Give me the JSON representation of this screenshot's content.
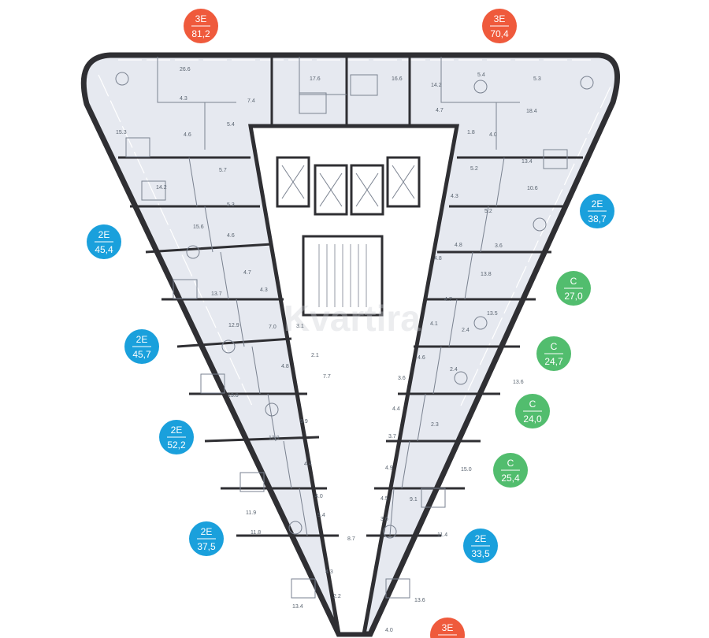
{
  "colors": {
    "unit_3E": "#ef5a3c",
    "unit_2E": "#1aa0dc",
    "unit_C": "#52bd6e",
    "apartment_fill": "#e6e9f0",
    "corridor_fill": "#ffffff",
    "wall": "#2f2f33",
    "room_line": "#7a8290"
  },
  "apartments": [
    {
      "type": "3E",
      "area": "81,2",
      "color_key": "unit_3E"
    },
    {
      "type": "3E",
      "area": "70,4",
      "color_key": "unit_3E"
    },
    {
      "type": "2E",
      "area": "38,7",
      "color_key": "unit_2E"
    },
    {
      "type": "2E",
      "area": "45,4",
      "color_key": "unit_2E"
    },
    {
      "type": "C",
      "area": "27,0",
      "color_key": "unit_C"
    },
    {
      "type": "2E",
      "area": "45,7",
      "color_key": "unit_2E"
    },
    {
      "type": "C",
      "area": "24,7",
      "color_key": "unit_C"
    },
    {
      "type": "C",
      "area": "24,0",
      "color_key": "unit_C"
    },
    {
      "type": "2E",
      "area": "52,2",
      "color_key": "unit_2E"
    },
    {
      "type": "C",
      "area": "25,4",
      "color_key": "unit_C"
    },
    {
      "type": "2E",
      "area": "37,5",
      "color_key": "unit_2E"
    },
    {
      "type": "2E",
      "area": "33,5",
      "color_key": "unit_2E"
    },
    {
      "type": "3E",
      "area": "",
      "color_key": "unit_3E"
    }
  ],
  "room_areas": [
    "26.6",
    "4.3",
    "7.4",
    "17.6",
    "16.6",
    "14.2",
    "5.4",
    "5.3",
    "18.4",
    "4.7",
    "15.3",
    "4.6",
    "5.4",
    "1.8",
    "4.0",
    "5.2",
    "13.4",
    "10.6",
    "5.7",
    "14.2",
    "4.3",
    "5.3",
    "5.2",
    "15.6",
    "4.6",
    "4.8",
    "3.6",
    "4.7",
    "4.8",
    "13.8",
    "4.3",
    "13.7",
    "4.7",
    "7.0",
    "12.9",
    "3.1",
    "4.1",
    "13.5",
    "2.4",
    "4.6",
    "2.4",
    "2.1",
    "3.6",
    "13.6",
    "4.8",
    "7.7",
    "13.8",
    "4.4",
    "2.3",
    "9.9",
    "13.9",
    "3.7",
    "4.4",
    "4.9",
    "15.0",
    "4.0",
    "4.5",
    "9.1",
    "11.9",
    "5.4",
    "3.6",
    "8.7",
    "11.8",
    "11.4",
    "4.3",
    "13.4",
    "2.2",
    "13.6",
    "4.0"
  ],
  "watermark": "Kvartira"
}
